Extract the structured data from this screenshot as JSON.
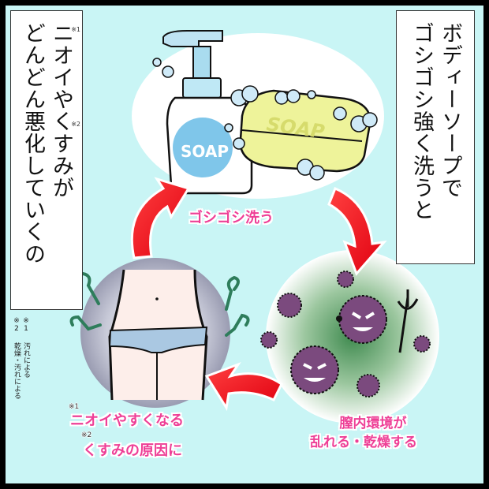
{
  "right_caption": {
    "lines": [
      "ボディーソープで",
      "ゴシゴシ強く洗うと"
    ]
  },
  "left_caption": {
    "lines": [
      "ニオイやくすみが",
      "どんどん悪化していくの"
    ],
    "note_marks": [
      "※1",
      "※2"
    ]
  },
  "footnotes": [
    {
      "mark": "※1",
      "text": "汚れによる"
    },
    {
      "mark": "※2",
      "text": "乾燥・汚れによる"
    }
  ],
  "cycle": {
    "step1": {
      "label": "ゴシゴシ洗う"
    },
    "step2": {
      "lines": [
        "膣内環境が",
        "乱れる・乾燥する"
      ]
    },
    "step3": {
      "lines": [
        "ニオイやすくなる",
        "くすみの原因に"
      ],
      "note_marks": [
        "※1",
        "※2"
      ]
    }
  },
  "illustrations": {
    "pump_bottle_label": "SOAP",
    "soap_bar_label": "SOAP"
  },
  "colors": {
    "background": "#c9f5f5",
    "frame": "#000000",
    "accent_pink": "#ee3f96",
    "arrow_red": "#e60012",
    "germ_purple": "#7b4a7e",
    "odor_green": "#2e7d5b"
  }
}
